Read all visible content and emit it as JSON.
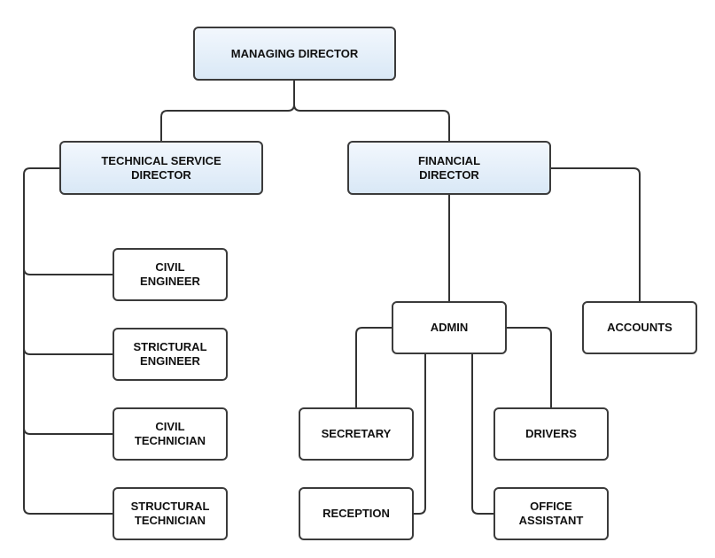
{
  "colors": {
    "line": "#333333",
    "border": "#3b3b3b",
    "head_fill_top": "#f2f7fd",
    "head_fill_bottom": "#d9e8f6",
    "text": "#111111"
  },
  "nodes": {
    "managing_director": [
      "MANAGING DIRECTOR"
    ],
    "technical_service_director": [
      "TECHNICAL SERVICE",
      "DIRECTOR"
    ],
    "financial_director": [
      "FINANCIAL",
      "DIRECTOR"
    ],
    "civil_engineer": [
      "CIVIL",
      "ENGINEER"
    ],
    "strictural_engineer": [
      "STRICTURAL",
      "ENGINEER"
    ],
    "civil_technician": [
      "CIVIL",
      "TECHNICIAN"
    ],
    "structural_technician": [
      "STRUCTURAL",
      "TECHNICIAN"
    ],
    "admin": [
      "ADMIN"
    ],
    "accounts": [
      "ACCOUNTS"
    ],
    "secretary": [
      "SECRETARY"
    ],
    "reception": [
      "RECEPTION"
    ],
    "drivers": [
      "DRIVERS"
    ],
    "office_assistant": [
      "OFFICE",
      "ASSISTANT"
    ]
  }
}
